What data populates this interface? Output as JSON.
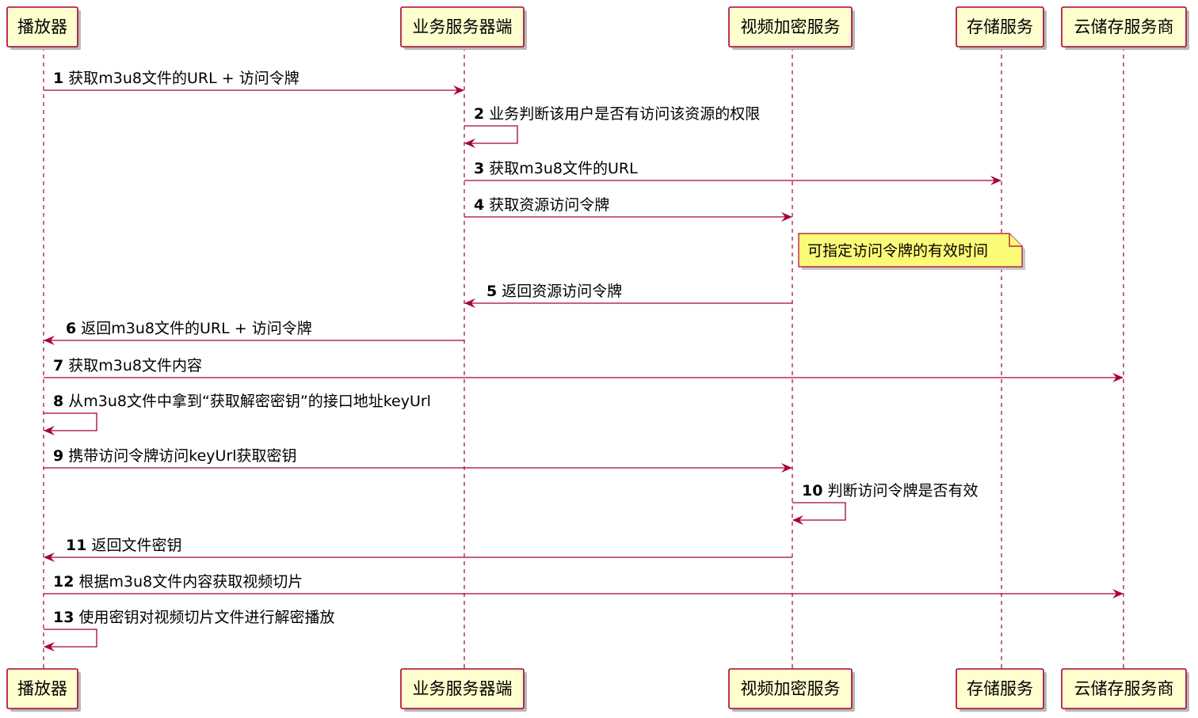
{
  "participants": [
    {
      "id": "player",
      "label": "播放器"
    },
    {
      "id": "biz",
      "label": "业务服务器端"
    },
    {
      "id": "enc",
      "label": "视频加密服务"
    },
    {
      "id": "store",
      "label": "存储服务"
    },
    {
      "id": "cloud",
      "label": "云储存服务商"
    }
  ],
  "messages": [
    {
      "num": "1",
      "text": "获取m3u8文件的URL + 访问令牌",
      "from": "player",
      "to": "biz"
    },
    {
      "num": "2",
      "text": "业务判断该用户是否有访问该资源的权限",
      "from": "biz",
      "to": "biz"
    },
    {
      "num": "3",
      "text": "获取m3u8文件的URL",
      "from": "biz",
      "to": "store"
    },
    {
      "num": "4",
      "text": "获取资源访问令牌",
      "from": "biz",
      "to": "enc"
    },
    {
      "num": "5",
      "text": "返回资源访问令牌",
      "from": "enc",
      "to": "biz"
    },
    {
      "num": "6",
      "text": "返回m3u8文件的URL + 访问令牌",
      "from": "biz",
      "to": "player"
    },
    {
      "num": "7",
      "text": "获取m3u8文件内容",
      "from": "player",
      "to": "cloud"
    },
    {
      "num": "8",
      "text": "从m3u8文件中拿到“获取解密密钥”的接口地址keyUrl",
      "from": "player",
      "to": "player"
    },
    {
      "num": "9",
      "text": "携带访问令牌访问keyUrl获取密钥",
      "from": "player",
      "to": "enc"
    },
    {
      "num": "10",
      "text": "判断访问令牌是否有效",
      "from": "enc",
      "to": "enc"
    },
    {
      "num": "11",
      "text": "返回文件密钥",
      "from": "enc",
      "to": "player"
    },
    {
      "num": "12",
      "text": "根据m3u8文件内容获取视频切片",
      "from": "player",
      "to": "cloud"
    },
    {
      "num": "13",
      "text": "使用密钥对视频切片文件进行解密播放",
      "from": "player",
      "to": "player"
    }
  ],
  "notes": [
    {
      "text": "可指定访问令牌的有效时间",
      "over": "enc"
    }
  ],
  "colors": {
    "line": "#a80036",
    "participant_fill": "#fefece",
    "note_fill": "#fbfb77"
  }
}
